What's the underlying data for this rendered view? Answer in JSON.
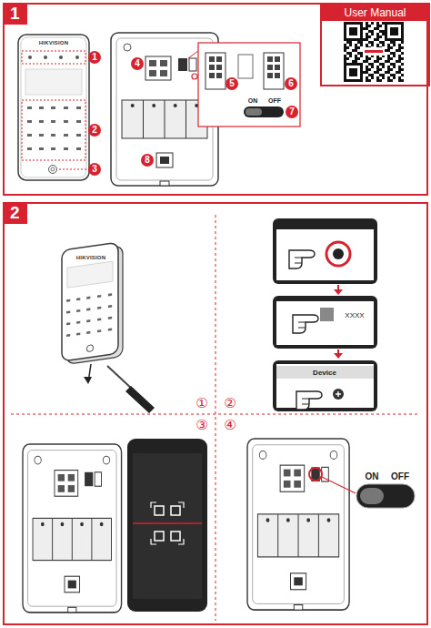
{
  "diagram": {
    "nodes": [
      {
        "text": [
          "1"
        ]
      },
      {
        "text": [
          "User Manual"
        ],
        "in": 0
      },
      {
        "text": [
          "2"
        ]
      }
    ],
    "labels": [
      "HIKVISION",
      "1",
      "2",
      "3",
      "4",
      "5",
      "6",
      "7",
      "8",
      "ON",
      "OFF",
      "HIKVISION",
      "XXXX",
      "Device",
      "①",
      "②",
      "③",
      "④",
      "ON",
      "OFF"
    ]
  }
}
